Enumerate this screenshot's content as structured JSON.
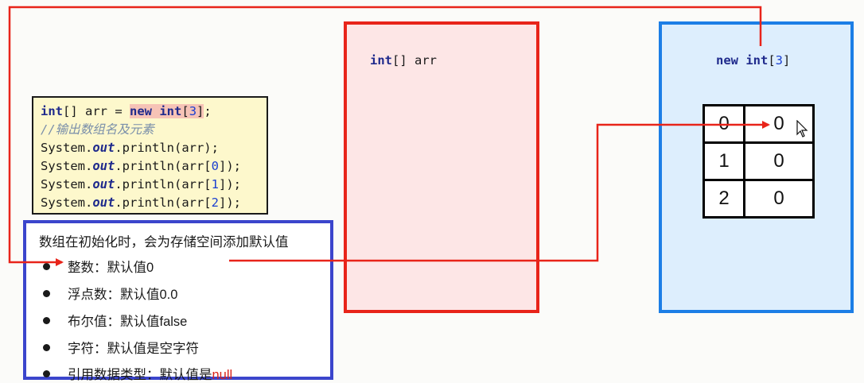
{
  "code": {
    "lines": [
      [
        {
          "t": "int",
          "c": "kw"
        },
        {
          "t": "[] arr = "
        },
        {
          "t": "new",
          "c": "kw hl"
        },
        {
          "t": " ",
          "c": "hl"
        },
        {
          "t": "int",
          "c": "kw hl"
        },
        {
          "t": "[",
          "c": "hl"
        },
        {
          "t": "3",
          "c": "num hl"
        },
        {
          "t": "]",
          "c": "hl"
        },
        {
          "t": ";"
        }
      ],
      [
        {
          "t": "//输出数组名及元素",
          "c": "comment"
        }
      ],
      [
        {
          "t": "System."
        },
        {
          "t": "out",
          "c": "field"
        },
        {
          "t": ".println(arr);"
        }
      ],
      [
        {
          "t": "System."
        },
        {
          "t": "out",
          "c": "field"
        },
        {
          "t": ".println(arr["
        },
        {
          "t": "0",
          "c": "num"
        },
        {
          "t": "]);"
        }
      ],
      [
        {
          "t": "System."
        },
        {
          "t": "out",
          "c": "field"
        },
        {
          "t": ".println(arr["
        },
        {
          "t": "1",
          "c": "num"
        },
        {
          "t": "]);"
        }
      ],
      [
        {
          "t": "System."
        },
        {
          "t": "out",
          "c": "field"
        },
        {
          "t": ".println(arr["
        },
        {
          "t": "2",
          "c": "num"
        },
        {
          "t": "]);"
        }
      ]
    ]
  },
  "stack": {
    "label": [
      {
        "t": "int",
        "c": "kw"
      },
      {
        "t": "[] arr"
      }
    ]
  },
  "heap": {
    "label": [
      {
        "t": "new ",
        "c": "kw"
      },
      {
        "t": "int",
        "c": "kw"
      },
      {
        "t": "["
      },
      {
        "t": "3",
        "c": "num"
      },
      {
        "t": "]"
      }
    ],
    "array": [
      {
        "index": "0",
        "value": "0"
      },
      {
        "index": "1",
        "value": "0"
      },
      {
        "index": "2",
        "value": "0"
      }
    ]
  },
  "info": {
    "title": "数组在初始化时，会为存储空间添加默认值",
    "items": [
      {
        "label": "整数：默认值0"
      },
      {
        "label": "浮点数：默认值0.0"
      },
      {
        "label": "布尔值：默认值false"
      },
      {
        "label": "字符：默认值是空字符"
      },
      {
        "label": "引用数据类型：默认值是",
        "accent": "null"
      }
    ]
  },
  "colors": {
    "arrow": "#e8241a",
    "stack_border": "#e8241a",
    "heap_border": "#1c7ee6",
    "info_border": "#3b45cc",
    "null_accent": "#d8231a"
  },
  "icons": {
    "cursor": "mouse-pointer-icon"
  }
}
